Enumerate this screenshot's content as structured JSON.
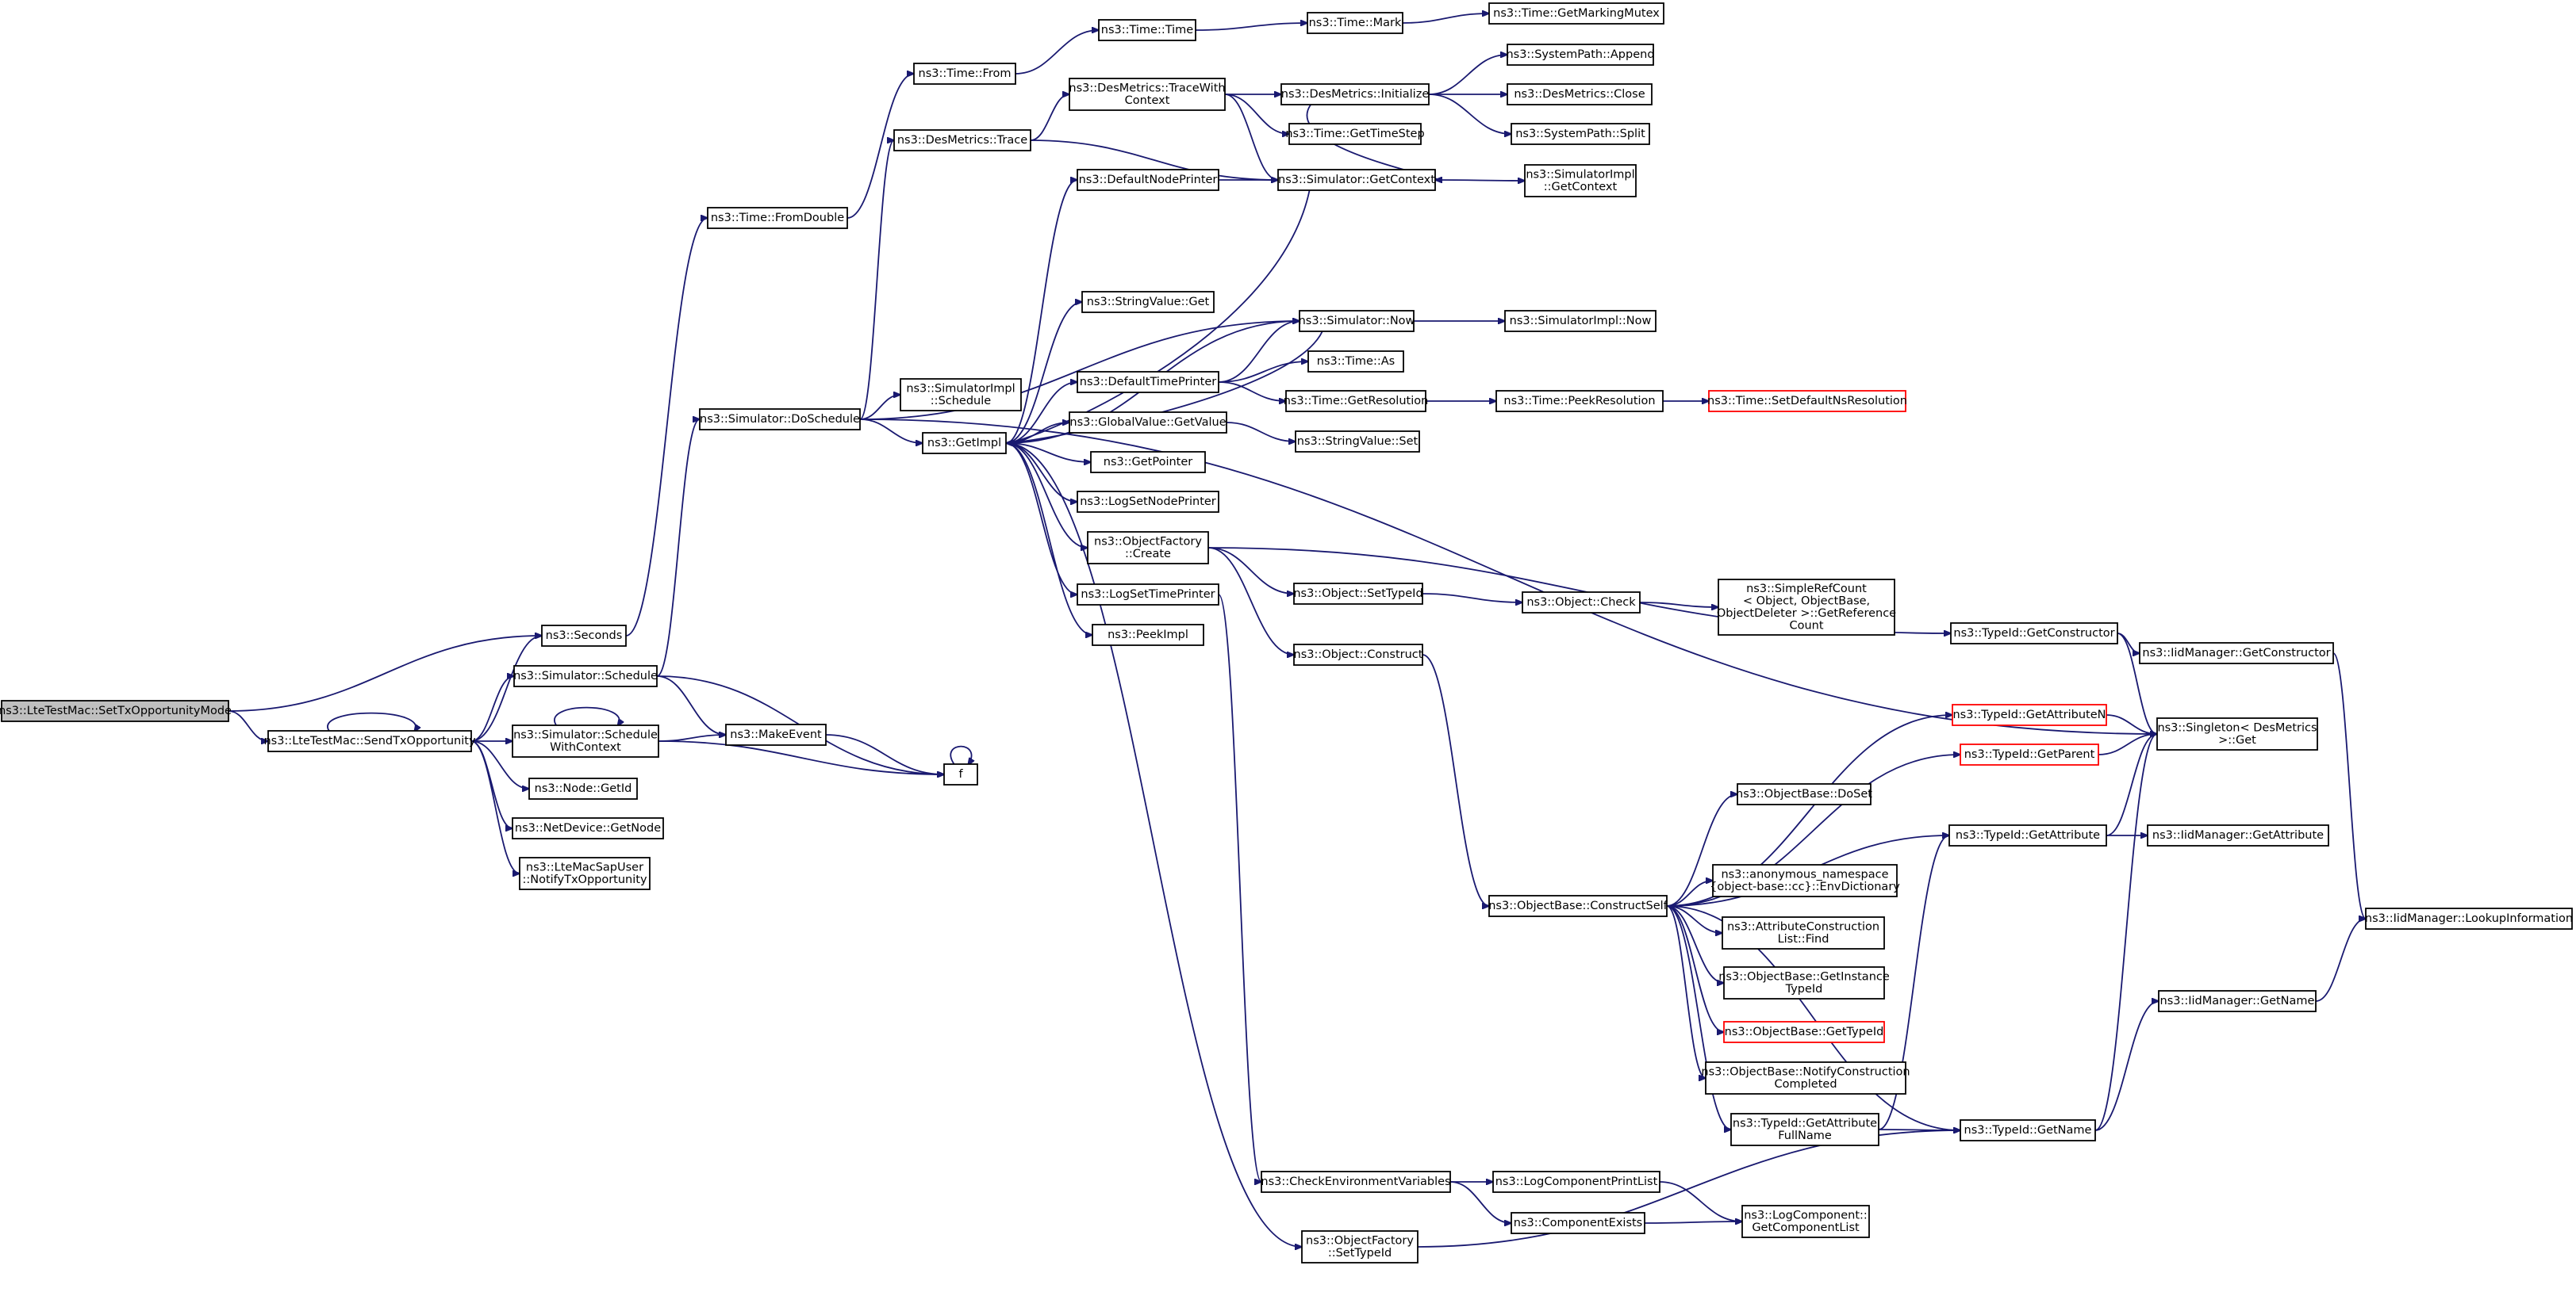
{
  "diagram": {
    "title": "",
    "nodes": [
      {
        "id": "root",
        "lines": [
          "ns3::LteTestMac::SetTxOpportunityMode"
        ],
        "style": "root"
      },
      {
        "id": "sendtx",
        "lines": [
          "ns3::LteTestMac::SendTxOpportunity"
        ]
      },
      {
        "id": "seconds",
        "lines": [
          "ns3::Seconds"
        ]
      },
      {
        "id": "schedule",
        "lines": [
          "ns3::Simulator::Schedule"
        ]
      },
      {
        "id": "schedwctx",
        "lines": [
          "ns3::Simulator::Schedule",
          "WithContext"
        ]
      },
      {
        "id": "nodegetid",
        "lines": [
          "ns3::Node::GetId"
        ]
      },
      {
        "id": "netdevgetnode",
        "lines": [
          "ns3::NetDevice::GetNode"
        ]
      },
      {
        "id": "notifytx",
        "lines": [
          "ns3::LteMacSapUser",
          "::NotifyTxOpportunity"
        ]
      },
      {
        "id": "timefromdouble",
        "lines": [
          "ns3::Time::FromDouble"
        ]
      },
      {
        "id": "doschedule",
        "lines": [
          "ns3::Simulator::DoSchedule"
        ]
      },
      {
        "id": "makeevent",
        "lines": [
          "ns3::MakeEvent"
        ]
      },
      {
        "id": "f",
        "lines": [
          "f"
        ]
      },
      {
        "id": "timefrom",
        "lines": [
          "ns3::Time::From"
        ]
      },
      {
        "id": "desmetricstrace",
        "lines": [
          "ns3::DesMetrics::Trace"
        ]
      },
      {
        "id": "simimplschedule",
        "lines": [
          "ns3::SimulatorImpl",
          "::Schedule"
        ]
      },
      {
        "id": "getimpl",
        "lines": [
          "ns3::GetImpl"
        ]
      },
      {
        "id": "timetime",
        "lines": [
          "ns3::Time::Time"
        ]
      },
      {
        "id": "tracewithctx",
        "lines": [
          "ns3::DesMetrics::TraceWith",
          "Context"
        ]
      },
      {
        "id": "defnodeprinter",
        "lines": [
          "ns3::DefaultNodePrinter"
        ]
      },
      {
        "id": "stringvalueget",
        "lines": [
          "ns3::StringValue::Get"
        ]
      },
      {
        "id": "deftimeprinter",
        "lines": [
          "ns3::DefaultTimePrinter"
        ]
      },
      {
        "id": "globalvalueget",
        "lines": [
          "ns3::GlobalValue::GetValue"
        ]
      },
      {
        "id": "getpointer",
        "lines": [
          "ns3::GetPointer"
        ]
      },
      {
        "id": "logsetnodeprinter",
        "lines": [
          "ns3::LogSetNodePrinter"
        ]
      },
      {
        "id": "objfactorycreate",
        "lines": [
          "ns3::ObjectFactory",
          "::Create"
        ]
      },
      {
        "id": "logsettimeprinter",
        "lines": [
          "ns3::LogSetTimePrinter"
        ]
      },
      {
        "id": "peekimpl",
        "lines": [
          "ns3::PeekImpl"
        ]
      },
      {
        "id": "objfactorysettypeid",
        "lines": [
          "ns3::ObjectFactory",
          "::SetTypeId"
        ]
      },
      {
        "id": "timemark",
        "lines": [
          "ns3::Time::Mark"
        ]
      },
      {
        "id": "desinit",
        "lines": [
          "ns3::DesMetrics::Initialize"
        ]
      },
      {
        "id": "gettimestep",
        "lines": [
          "ns3::Time::GetTimeStep"
        ]
      },
      {
        "id": "simgetcontext",
        "lines": [
          "ns3::Simulator::GetContext"
        ]
      },
      {
        "id": "simnow",
        "lines": [
          "ns3::Simulator::Now"
        ]
      },
      {
        "id": "timeas",
        "lines": [
          "ns3::Time::As"
        ]
      },
      {
        "id": "timegetres",
        "lines": [
          "ns3::Time::GetResolution"
        ]
      },
      {
        "id": "stringvalueset",
        "lines": [
          "ns3::StringValue::Set"
        ]
      },
      {
        "id": "objsettypeid",
        "lines": [
          "ns3::Object::SetTypeId"
        ]
      },
      {
        "id": "objconstruct",
        "lines": [
          "ns3::Object::Construct"
        ]
      },
      {
        "id": "checkenv",
        "lines": [
          "ns3::CheckEnvironmentVariables"
        ]
      },
      {
        "id": "getmarkingmutex",
        "lines": [
          "ns3::Time::GetMarkingMutex"
        ]
      },
      {
        "id": "syspathappend",
        "lines": [
          "ns3::SystemPath::Append"
        ]
      },
      {
        "id": "desclose",
        "lines": [
          "ns3::DesMetrics::Close"
        ]
      },
      {
        "id": "syspathsplit",
        "lines": [
          "ns3::SystemPath::Split"
        ]
      },
      {
        "id": "simimplgetctx",
        "lines": [
          "ns3::SimulatorImpl",
          "::GetContext"
        ]
      },
      {
        "id": "simimplnow",
        "lines": [
          "ns3::SimulatorImpl::Now"
        ]
      },
      {
        "id": "timepeekres",
        "lines": [
          "ns3::Time::PeekResolution"
        ]
      },
      {
        "id": "objcheck",
        "lines": [
          "ns3::Object::Check"
        ]
      },
      {
        "id": "constructself",
        "lines": [
          "ns3::ObjectBase::ConstructSelf"
        ]
      },
      {
        "id": "logcompprintlist",
        "lines": [
          "ns3::LogComponentPrintList"
        ]
      },
      {
        "id": "compexists",
        "lines": [
          "ns3::ComponentExists"
        ]
      },
      {
        "id": "setdefaultns",
        "lines": [
          "ns3::Time::SetDefaultNsResolution"
        ],
        "style": "red"
      },
      {
        "id": "simplerefcount",
        "lines": [
          "ns3::SimpleRefCount",
          "< Object, ObjectBase,",
          "ObjectDeleter >::GetReference",
          "Count"
        ]
      },
      {
        "id": "objbasedoset",
        "lines": [
          "ns3::ObjectBase::DoSet"
        ]
      },
      {
        "id": "envdictionary",
        "lines": [
          "ns3::anonymous_namespace",
          "{object-base::cc}::EnvDictionary"
        ]
      },
      {
        "id": "attrconstrfind",
        "lines": [
          "ns3::AttributeConstruction",
          "List::Find"
        ]
      },
      {
        "id": "getinstancetypeid",
        "lines": [
          "ns3::ObjectBase::GetInstance",
          "TypeId"
        ]
      },
      {
        "id": "objbasegettypeid",
        "lines": [
          "ns3::ObjectBase::GetTypeId"
        ],
        "style": "red"
      },
      {
        "id": "notifyconstr",
        "lines": [
          "ns3::ObjectBase::NotifyConstruction",
          "Completed"
        ]
      },
      {
        "id": "getattrfullname",
        "lines": [
          "ns3::TypeId::GetAttribute",
          "FullName"
        ]
      },
      {
        "id": "logcompgetlist",
        "lines": [
          "ns3::LogComponent::",
          "GetComponentList"
        ]
      },
      {
        "id": "typeidgetconstructor",
        "lines": [
          "ns3::TypeId::GetConstructor"
        ]
      },
      {
        "id": "typeidgetattrn",
        "lines": [
          "ns3::TypeId::GetAttributeN"
        ],
        "style": "red"
      },
      {
        "id": "typeidgetparent",
        "lines": [
          "ns3::TypeId::GetParent"
        ],
        "style": "red"
      },
      {
        "id": "typeidgetattr",
        "lines": [
          "ns3::TypeId::GetAttribute"
        ]
      },
      {
        "id": "typeidgetname",
        "lines": [
          "ns3::TypeId::GetName"
        ]
      },
      {
        "id": "iidmgrgetconstructor",
        "lines": [
          "ns3::IidManager::GetConstructor"
        ]
      },
      {
        "id": "singletonget",
        "lines": [
          "ns3::Singleton< DesMetrics",
          ">::Get"
        ]
      },
      {
        "id": "iidmgrgetattr",
        "lines": [
          "ns3::IidManager::GetAttribute"
        ]
      },
      {
        "id": "iidmgrgetname",
        "lines": [
          "ns3::IidManager::GetName"
        ]
      },
      {
        "id": "iidmgrlookup",
        "lines": [
          "ns3::IidManager::LookupInformation"
        ]
      }
    ],
    "edges": [
      [
        "root",
        "sendtx"
      ],
      [
        "root",
        "seconds"
      ],
      [
        "sendtx",
        "sendtx"
      ],
      [
        "sendtx",
        "seconds"
      ],
      [
        "sendtx",
        "schedule"
      ],
      [
        "sendtx",
        "schedwctx"
      ],
      [
        "sendtx",
        "nodegetid"
      ],
      [
        "sendtx",
        "netdevgetnode"
      ],
      [
        "sendtx",
        "notifytx"
      ],
      [
        "seconds",
        "timefromdouble"
      ],
      [
        "schedule",
        "doschedule"
      ],
      [
        "schedule",
        "makeevent"
      ],
      [
        "schedule",
        "f"
      ],
      [
        "schedwctx",
        "schedwctx"
      ],
      [
        "schedwctx",
        "makeevent"
      ],
      [
        "schedwctx",
        "f"
      ],
      [
        "makeevent",
        "f"
      ],
      [
        "f",
        "f"
      ],
      [
        "timefromdouble",
        "timefrom"
      ],
      [
        "timefrom",
        "timetime"
      ],
      [
        "timetime",
        "timemark"
      ],
      [
        "timemark",
        "getmarkingmutex"
      ],
      [
        "doschedule",
        "desmetricstrace"
      ],
      [
        "doschedule",
        "simimplschedule"
      ],
      [
        "doschedule",
        "getimpl"
      ],
      [
        "doschedule",
        "simnow"
      ],
      [
        "doschedule",
        "singletonget"
      ],
      [
        "desmetricstrace",
        "tracewithctx"
      ],
      [
        "desmetricstrace",
        "simgetcontext"
      ],
      [
        "tracewithctx",
        "desinit"
      ],
      [
        "tracewithctx",
        "gettimestep"
      ],
      [
        "tracewithctx",
        "simgetcontext"
      ],
      [
        "desinit",
        "syspathappend"
      ],
      [
        "desinit",
        "desclose"
      ],
      [
        "desinit",
        "syspathsplit"
      ],
      [
        "desinit",
        "simgetcontext"
      ],
      [
        "simgetcontext",
        "simimplgetctx"
      ],
      [
        "simgetcontext",
        "getimpl"
      ],
      [
        "getimpl",
        "defnodeprinter"
      ],
      [
        "getimpl",
        "stringvalueget"
      ],
      [
        "getimpl",
        "deftimeprinter"
      ],
      [
        "getimpl",
        "globalvalueget"
      ],
      [
        "getimpl",
        "getpointer"
      ],
      [
        "getimpl",
        "logsetnodeprinter"
      ],
      [
        "getimpl",
        "objfactorycreate"
      ],
      [
        "getimpl",
        "logsettimeprinter"
      ],
      [
        "getimpl",
        "peekimpl"
      ],
      [
        "getimpl",
        "objfactorysettypeid"
      ],
      [
        "getimpl",
        "simnow"
      ],
      [
        "defnodeprinter",
        "simgetcontext"
      ],
      [
        "deftimeprinter",
        "simnow"
      ],
      [
        "deftimeprinter",
        "timeas"
      ],
      [
        "deftimeprinter",
        "timegetres"
      ],
      [
        "simnow",
        "simimplnow"
      ],
      [
        "simnow",
        "getimpl"
      ],
      [
        "timegetres",
        "timepeekres"
      ],
      [
        "timepeekres",
        "setdefaultns"
      ],
      [
        "globalvalueget",
        "stringvalueset"
      ],
      [
        "objfactorycreate",
        "objsettypeid"
      ],
      [
        "objfactorycreate",
        "objconstruct"
      ],
      [
        "objfactorycreate",
        "typeidgetconstructor"
      ],
      [
        "objsettypeid",
        "objcheck"
      ],
      [
        "objcheck",
        "simplerefcount"
      ],
      [
        "objconstruct",
        "constructself"
      ],
      [
        "logsettimeprinter",
        "checkenv"
      ],
      [
        "checkenv",
        "logcompprintlist"
      ],
      [
        "checkenv",
        "compexists"
      ],
      [
        "logcompprintlist",
        "logcompgetlist"
      ],
      [
        "compexists",
        "logcompgetlist"
      ],
      [
        "objfactorysettypeid",
        "typeidgetname"
      ],
      [
        "constructself",
        "typeidgetattrn"
      ],
      [
        "constructself",
        "typeidgetparent"
      ],
      [
        "constructself",
        "objbasedoset"
      ],
      [
        "constructself",
        "typeidgetattr"
      ],
      [
        "constructself",
        "envdictionary"
      ],
      [
        "constructself",
        "attrconstrfind"
      ],
      [
        "constructself",
        "getinstancetypeid"
      ],
      [
        "constructself",
        "objbasegettypeid"
      ],
      [
        "constructself",
        "notifyconstr"
      ],
      [
        "constructself",
        "getattrfullname"
      ],
      [
        "constructself",
        "typeidgetname"
      ],
      [
        "getattrfullname",
        "typeidgetattr"
      ],
      [
        "getattrfullname",
        "typeidgetname"
      ],
      [
        "typeidgetconstructor",
        "iidmgrgetconstructor"
      ],
      [
        "typeidgetconstructor",
        "singletonget"
      ],
      [
        "typeidgetattrn",
        "singletonget"
      ],
      [
        "typeidgetparent",
        "singletonget"
      ],
      [
        "typeidgetattr",
        "iidmgrgetattr"
      ],
      [
        "typeidgetattr",
        "singletonget"
      ],
      [
        "typeidgetname",
        "iidmgrgetname"
      ],
      [
        "typeidgetname",
        "singletonget"
      ],
      [
        "iidmgrgetconstructor",
        "iidmgrlookup"
      ],
      [
        "iidmgrgetname",
        "iidmgrlookup"
      ]
    ]
  }
}
